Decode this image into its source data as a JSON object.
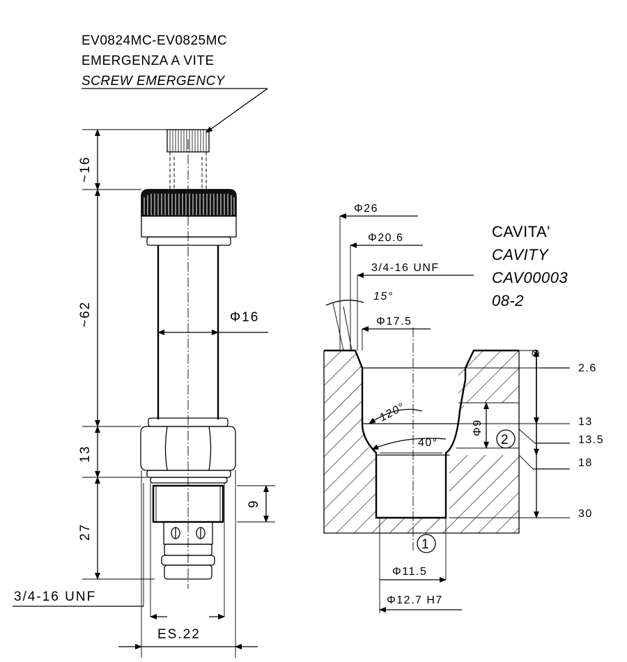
{
  "header": {
    "part_codes": "EV0824MC-EV0825MC",
    "label_it": "EMERGENZA A VITE",
    "label_en": "SCREW EMERGENCY"
  },
  "valve_dims": {
    "knob_height": "~16",
    "body_height": "~62",
    "tube_diameter": "Φ16",
    "hex_height": "13",
    "cartridge_length": "27",
    "port_spacing": "9",
    "thread": "3/4-16 UNF",
    "hex_size": "ES.22"
  },
  "cavity": {
    "title_it": "CAVITA'",
    "title_en": "CAVITY",
    "code": "CAV00003",
    "size": "08-2",
    "dia_26": "Φ26",
    "dia_20_6": "Φ20.6",
    "thread": "3/4-16 UNF",
    "angle_15": "15°",
    "dia_17_5": "Φ17.5",
    "angle_120": "120°",
    "angle_40": "40°",
    "dia_9": "Φ9",
    "port_2": "2",
    "port_1": "1",
    "dia_11_5": "Φ11.5",
    "dia_12_7": "Φ12.7 H7",
    "depth_2_6": "2.6",
    "depth_13": "13",
    "depth_13_5": "13.5",
    "depth_18": "18",
    "depth_30": "30",
    "surface_mark": "⊗"
  }
}
